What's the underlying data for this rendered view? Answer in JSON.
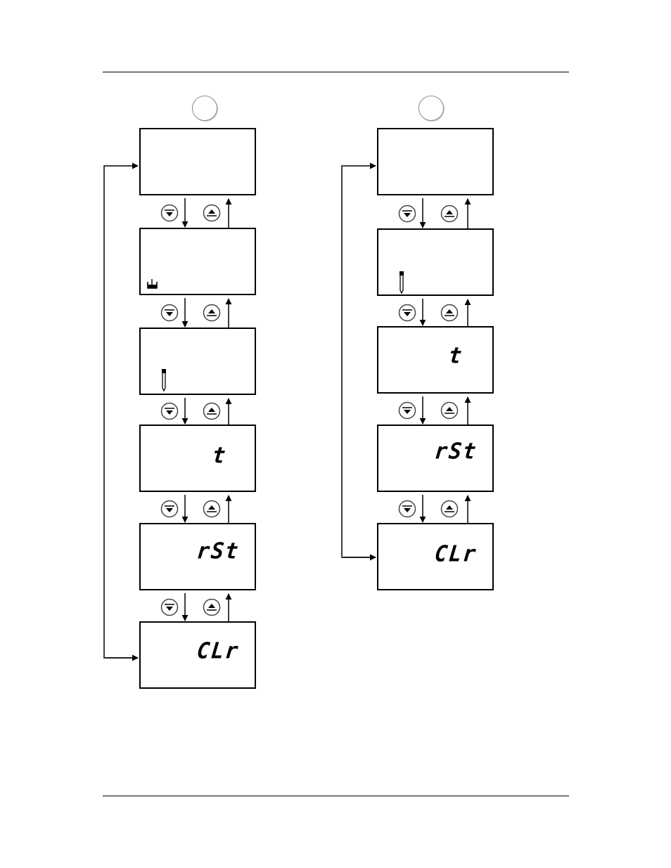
{
  "columns": [
    {
      "id": "left",
      "screens": [
        {
          "id": "l1",
          "text": "",
          "icon": null
        },
        {
          "id": "l2",
          "text": "",
          "icon": "beaker-icon"
        },
        {
          "id": "l3",
          "text": "",
          "icon": "probe-icon"
        },
        {
          "id": "l4",
          "text": "t",
          "icon": null
        },
        {
          "id": "l5",
          "text": "rSt",
          "icon": null
        },
        {
          "id": "l6",
          "text": "CLr",
          "icon": null
        }
      ]
    },
    {
      "id": "right",
      "screens": [
        {
          "id": "r1",
          "text": "",
          "icon": null
        },
        {
          "id": "r2",
          "text": "",
          "icon": "probe-icon"
        },
        {
          "id": "r3",
          "text": "t",
          "icon": null
        },
        {
          "id": "r4",
          "text": "rSt",
          "icon": null
        },
        {
          "id": "r5",
          "text": "CLr",
          "icon": null
        }
      ]
    }
  ],
  "buttons": {
    "down": "down-key-icon",
    "up": "up-key-icon"
  },
  "colors": {
    "line": "#000000",
    "circle_border": "#8a8a8a"
  }
}
